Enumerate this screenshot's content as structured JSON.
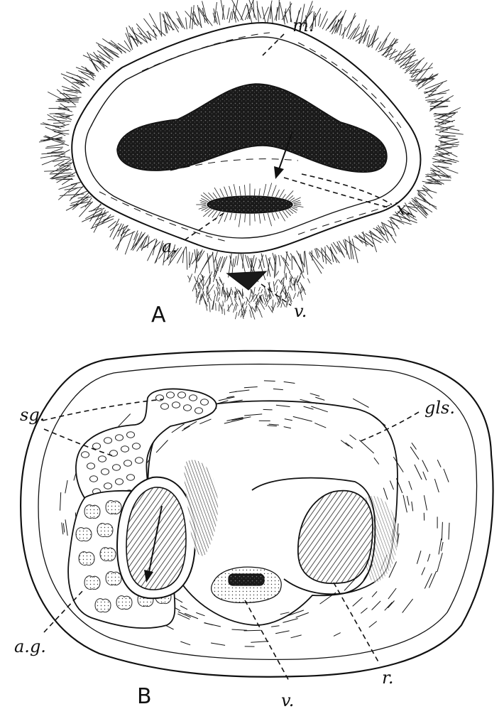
{
  "figure_a": {
    "panel_label": "A",
    "labels": {
      "m": "m.",
      "x": "x.",
      "a": "a.",
      "v": "v."
    }
  },
  "figure_b": {
    "panel_label": "B",
    "labels": {
      "sg": "sg.",
      "gls": "gls.",
      "ag": "a.g.",
      "r": "r.",
      "v": "v."
    }
  }
}
